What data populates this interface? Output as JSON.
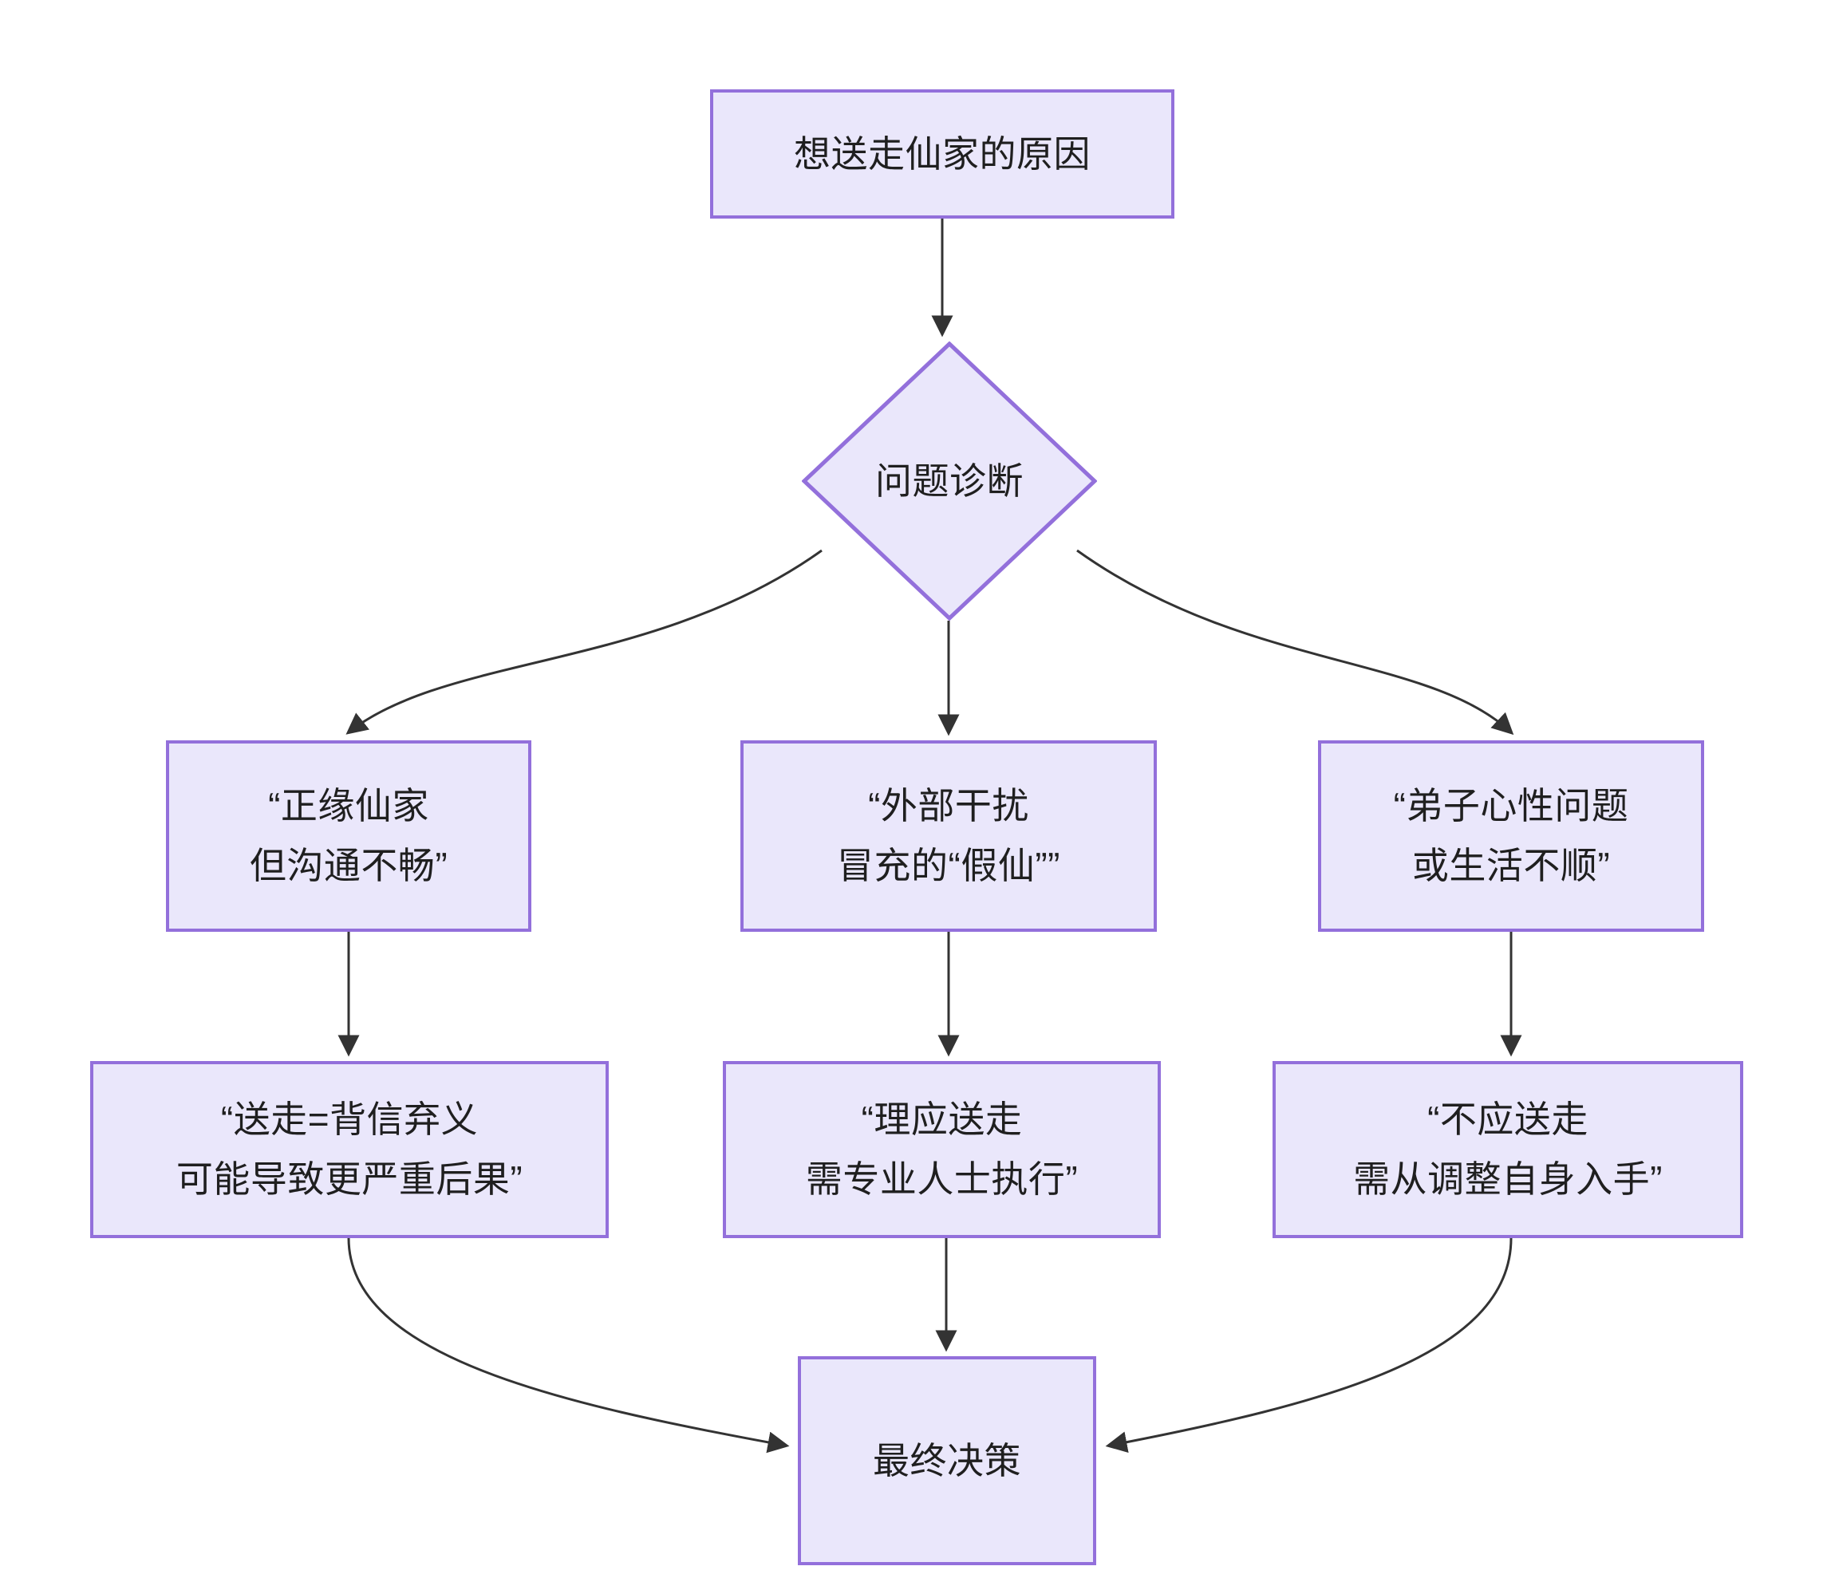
{
  "diagram": {
    "type": "flowchart",
    "direction": "top-down",
    "colors": {
      "node_fill": "#eae7fb",
      "node_border": "#9370db",
      "edge": "#333333",
      "text": "#1f1f1f",
      "background": "#ffffff"
    },
    "nodes": [
      {
        "id": "start",
        "shape": "rectangle",
        "label": "想送走仙家的原因"
      },
      {
        "id": "diagnosis",
        "shape": "diamond",
        "label": "问题诊断"
      },
      {
        "id": "branch1",
        "shape": "rectangle",
        "label": "“正缘仙家\n但沟通不畅”"
      },
      {
        "id": "branch2",
        "shape": "rectangle",
        "label": "“外部干扰\n冒充的“假仙””"
      },
      {
        "id": "branch3",
        "shape": "rectangle",
        "label": "“弟子心性问题\n或生活不顺”"
      },
      {
        "id": "concl1",
        "shape": "rectangle",
        "label": "“送走=背信弃义\n可能导致更严重后果”"
      },
      {
        "id": "concl2",
        "shape": "rectangle",
        "label": "“理应送走\n需专业人士执行”"
      },
      {
        "id": "concl3",
        "shape": "rectangle",
        "label": "“不应送走\n需从调整自身入手”"
      },
      {
        "id": "final",
        "shape": "rectangle",
        "label": "最终决策"
      }
    ],
    "edges": [
      {
        "from": "start",
        "to": "diagnosis",
        "label": ""
      },
      {
        "from": "diagnosis",
        "to": "branch1",
        "label": ""
      },
      {
        "from": "diagnosis",
        "to": "branch2",
        "label": ""
      },
      {
        "from": "diagnosis",
        "to": "branch3",
        "label": ""
      },
      {
        "from": "branch1",
        "to": "concl1",
        "label": ""
      },
      {
        "from": "branch2",
        "to": "concl2",
        "label": ""
      },
      {
        "from": "branch3",
        "to": "concl3",
        "label": ""
      },
      {
        "from": "concl1",
        "to": "final",
        "label": ""
      },
      {
        "from": "concl2",
        "to": "final",
        "label": ""
      },
      {
        "from": "concl3",
        "to": "final",
        "label": ""
      }
    ]
  }
}
